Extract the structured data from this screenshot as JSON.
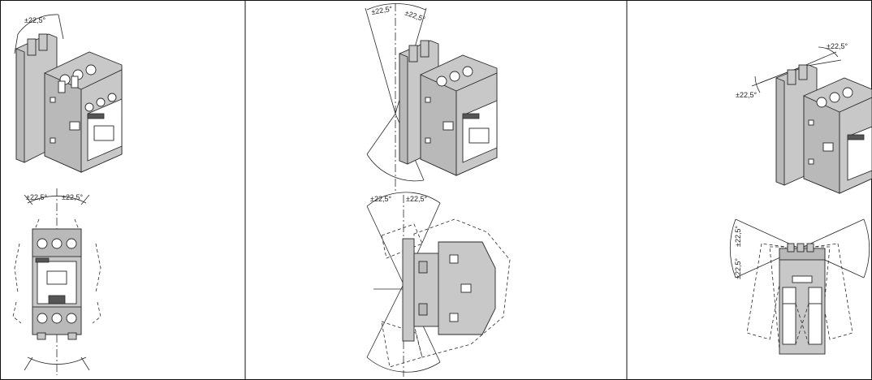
{
  "panels": [
    {
      "name": "panel-vertical-mounting",
      "top_labels": [
        "±22,5°"
      ],
      "bottom_labels": [
        "±22,5°",
        "±22,5°"
      ]
    },
    {
      "name": "panel-tilted-mounting",
      "top_labels": [
        "±22,5°",
        "±22,5°"
      ],
      "bottom_labels": [
        "±22,5°",
        "±22,5°"
      ]
    },
    {
      "name": "panel-horizontal-mounting",
      "top_labels": [
        "±22,5°",
        "±22,5°"
      ],
      "bottom_labels": [
        "±22,5°",
        "±22,5°"
      ]
    }
  ],
  "colors": {
    "body": "#c8c8c8",
    "line": "#2a2a2a",
    "background": "#ffffff"
  }
}
